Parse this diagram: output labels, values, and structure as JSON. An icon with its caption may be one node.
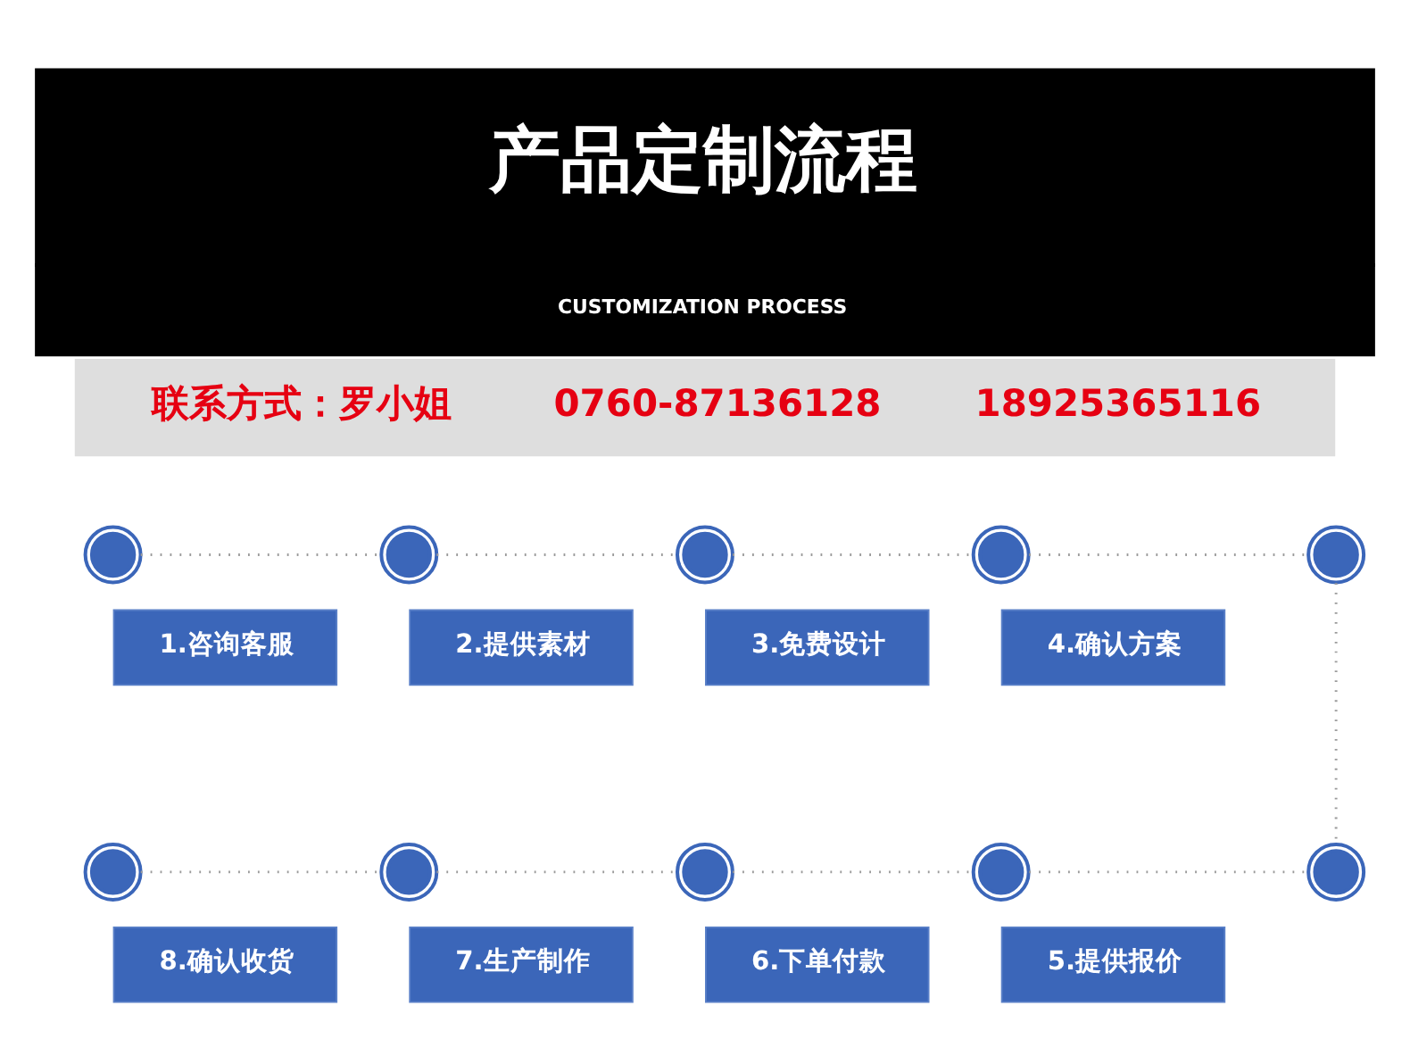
{
  "diagram": {
    "title": "产品定制流程",
    "nodes": [
      {
        "text": [
          "联系方式：罗小姐",
          "0760-87136128",
          "18925365116"
        ]
      },
      {
        "text": [],
        "shape": "circle"
      },
      {
        "text": [],
        "shape": "circle"
      },
      {
        "text": [],
        "shape": "circle"
      },
      {
        "text": [],
        "shape": "circle"
      },
      {
        "text": [],
        "shape": "circle"
      },
      {
        "text": [
          "1.咨询客服"
        ]
      },
      {
        "text": [
          "2.提供素材"
        ]
      },
      {
        "text": [
          "3.免费设计"
        ]
      },
      {
        "text": [
          "4.确认方案"
        ]
      },
      {
        "text": [],
        "shape": "circle"
      },
      {
        "text": [],
        "shape": "circle"
      },
      {
        "text": [],
        "shape": "circle"
      },
      {
        "text": [],
        "shape": "circle"
      },
      {
        "text": [],
        "shape": "circle"
      },
      {
        "text": [
          "8.确认收货"
        ]
      },
      {
        "text": [
          "7.生产制作"
        ]
      },
      {
        "text": [
          "6.下单付款"
        ]
      },
      {
        "text": [
          "5.提供报价"
        ]
      }
    ],
    "edges": [
      {
        "from": 1,
        "to": 2,
        "arrow": "none"
      },
      {
        "from": 2,
        "to": 3,
        "arrow": "none"
      },
      {
        "from": 3,
        "to": 4,
        "arrow": "none"
      },
      {
        "from": 4,
        "to": 5,
        "arrow": "none"
      },
      {
        "from": 5,
        "to": 14,
        "arrow": "none"
      },
      {
        "from": 10,
        "to": 11,
        "arrow": "none"
      },
      {
        "from": 11,
        "to": 12,
        "arrow": "none"
      },
      {
        "from": 12,
        "to": 13,
        "arrow": "none"
      },
      {
        "from": 13,
        "to": 14,
        "arrow": "none"
      }
    ],
    "labels": [
      "CUSTOMIZATION PROCESS"
    ]
  }
}
